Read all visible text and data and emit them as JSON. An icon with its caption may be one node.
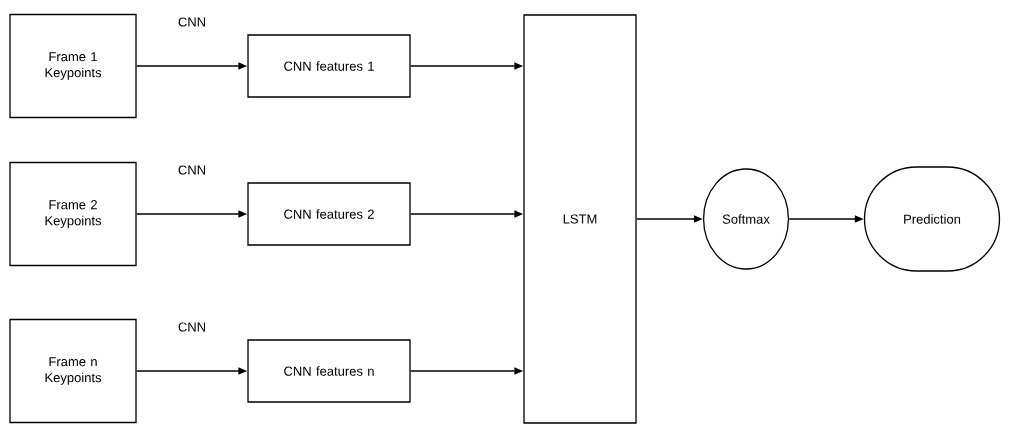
{
  "diagram": {
    "nodes": [
      {
        "text": [
          "Frame 1 Keypoints"
        ]
      },
      {
        "text": [
          "CNN features 1"
        ]
      },
      {
        "text": [
          "Frame 2 Keypoints"
        ]
      },
      {
        "text": [
          "CNN features 2"
        ]
      },
      {
        "text": [
          "Frame n Keypoints"
        ]
      },
      {
        "text": [
          "CNN features n"
        ]
      },
      {
        "text": [
          "LSTM"
        ]
      },
      {
        "text": [
          "Softmax"
        ]
      },
      {
        "text": [
          "Prediction"
        ]
      }
    ],
    "edges": [
      {
        "from": 0,
        "to": 1,
        "arrow": "to",
        "label": "CNN"
      },
      {
        "from": 2,
        "to": 3,
        "arrow": "to",
        "label": "CNN"
      },
      {
        "from": 4,
        "to": 5,
        "arrow": "to",
        "label": "CNN"
      },
      {
        "from": 1,
        "to": 6,
        "arrow": "to"
      },
      {
        "from": 3,
        "to": 6,
        "arrow": "to"
      },
      {
        "from": 5,
        "to": 6,
        "arrow": "to"
      },
      {
        "from": 6,
        "to": 7,
        "arrow": "to"
      },
      {
        "from": 7,
        "to": 8,
        "arrow": "to"
      }
    ]
  }
}
